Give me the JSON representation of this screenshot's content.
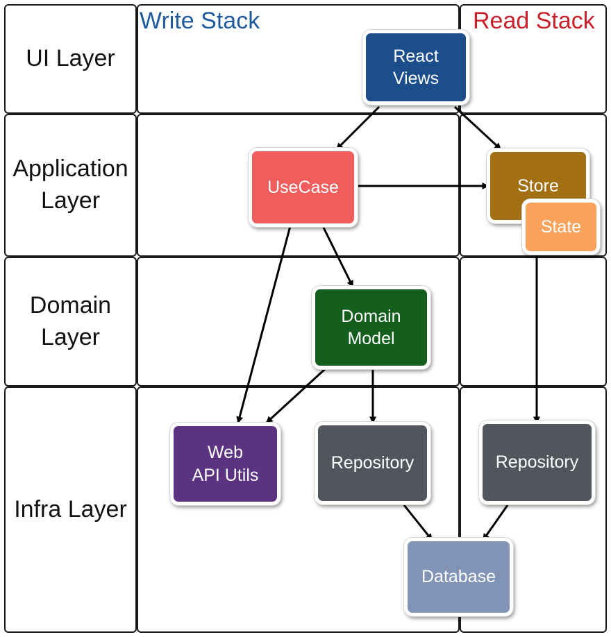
{
  "layers": {
    "ui": "UI Layer",
    "application": "Application\nLayer",
    "domain": "Domain\nLayer",
    "infra": "Infra Layer"
  },
  "stacks": {
    "write": {
      "label": "Write Stack",
      "color": "#1f5b9c"
    },
    "read": {
      "label": "Read Stack",
      "color": "#c9202a"
    }
  },
  "nodes": {
    "react_views": {
      "label": "React\nViews",
      "color": "#1b4e8a"
    },
    "usecase": {
      "label": "UseCase",
      "color": "#ef5d5d"
    },
    "store": {
      "label": "Store",
      "color": "#a27012"
    },
    "state": {
      "label": "State",
      "color": "#fba25a"
    },
    "domain_model": {
      "label": "Domain\nModel",
      "color": "#145f1e"
    },
    "web_api_utils": {
      "label": "Web\nAPI Utils",
      "color": "#5c3381"
    },
    "repository_write": {
      "label": "Repository",
      "color": "#51565e"
    },
    "repository_read": {
      "label": "Repository",
      "color": "#51565e"
    },
    "database": {
      "label": "Database",
      "color": "#8194b6"
    }
  },
  "edges": [
    {
      "from": "react_views",
      "to": "usecase"
    },
    {
      "from": "react_views",
      "to": "store"
    },
    {
      "from": "usecase",
      "to": "store"
    },
    {
      "from": "usecase",
      "to": "domain_model"
    },
    {
      "from": "usecase",
      "to": "web_api_utils"
    },
    {
      "from": "domain_model",
      "to": "web_api_utils"
    },
    {
      "from": "domain_model",
      "to": "repository_write"
    },
    {
      "from": "state",
      "to": "repository_read"
    },
    {
      "from": "repository_write",
      "to": "database"
    },
    {
      "from": "repository_read",
      "to": "database"
    }
  ]
}
